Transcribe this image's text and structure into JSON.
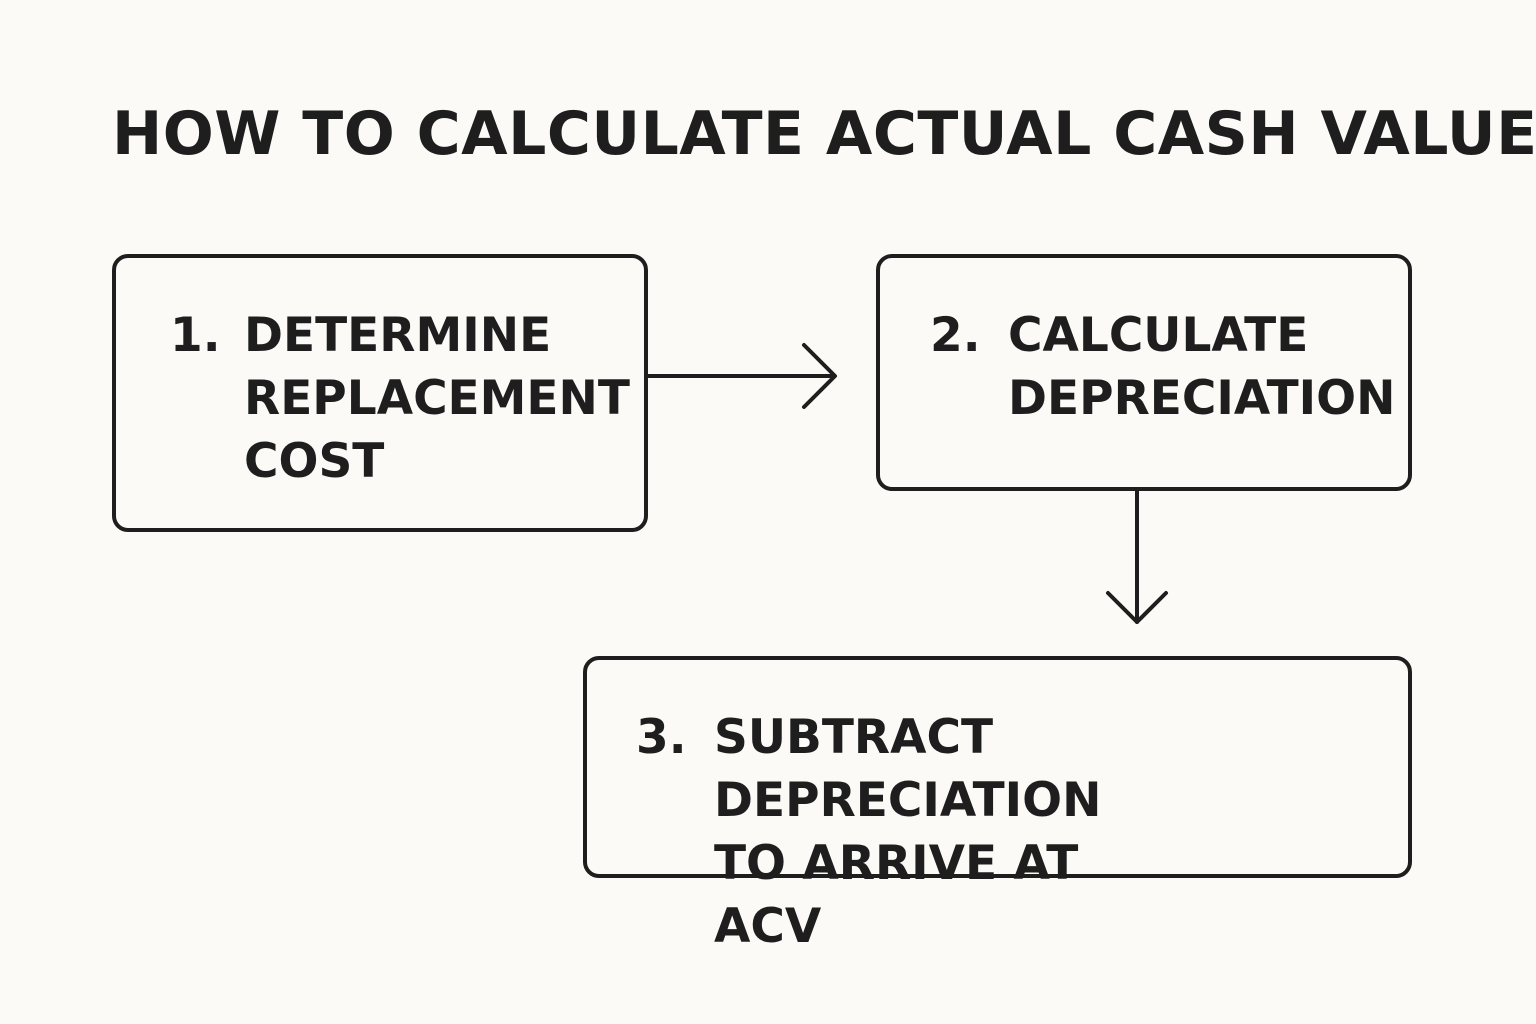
{
  "title": "HOW TO CALCULATE ACTUAL CASH VALUE",
  "steps": [
    {
      "number": "1.",
      "text": "DETERMINE\nREPLACEMENT\nCOST"
    },
    {
      "number": "2.",
      "text": "CALCULATE\nDEPRECIATION"
    },
    {
      "number": "3.",
      "text": "SUBTRACT DEPRECIATION\nTO ARRIVE AT ACV"
    }
  ],
  "colors": {
    "background": "#fbfaf6",
    "ink": "#1e1e1e"
  },
  "icons": [
    "arrow-right-icon",
    "arrow-down-icon"
  ]
}
